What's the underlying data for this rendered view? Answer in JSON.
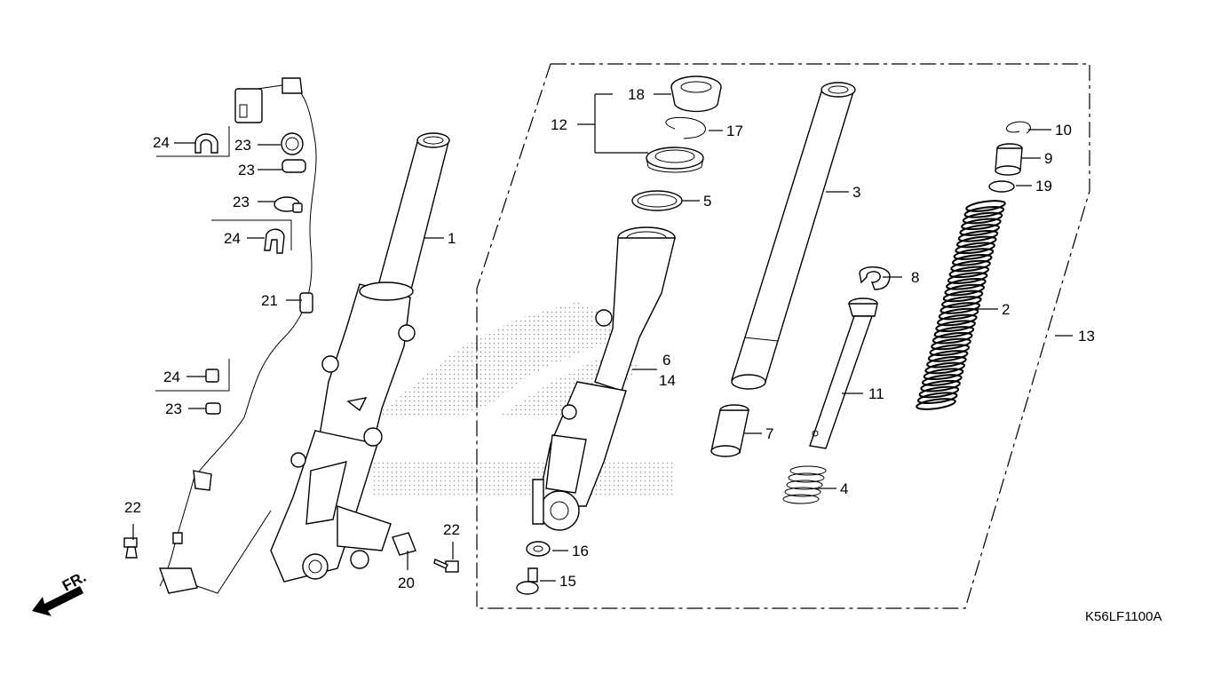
{
  "diagram_code": "K56LF1100A",
  "direction_label": "FR.",
  "callouts": {
    "c1": "1",
    "c2": "2",
    "c3": "3",
    "c4": "4",
    "c5": "5",
    "c6": "6",
    "c7": "7",
    "c8": "8",
    "c9": "9",
    "c10": "10",
    "c11": "11",
    "c12": "12",
    "c13": "13",
    "c14": "14",
    "c15": "15",
    "c16": "16",
    "c17": "17",
    "c18": "18",
    "c19": "19",
    "c20": "20",
    "c21": "21",
    "c22a": "22",
    "c22b": "22",
    "c23a": "23",
    "c23b": "23",
    "c23c": "23",
    "c23d": "23",
    "c24a": "24",
    "c24b": "24",
    "c24c": "24"
  },
  "colors": {
    "line": "#000000",
    "background": "#ffffff",
    "watermark_dots": "#9a9a9a"
  },
  "icons": {
    "direction": "arrow-left-down-icon"
  }
}
